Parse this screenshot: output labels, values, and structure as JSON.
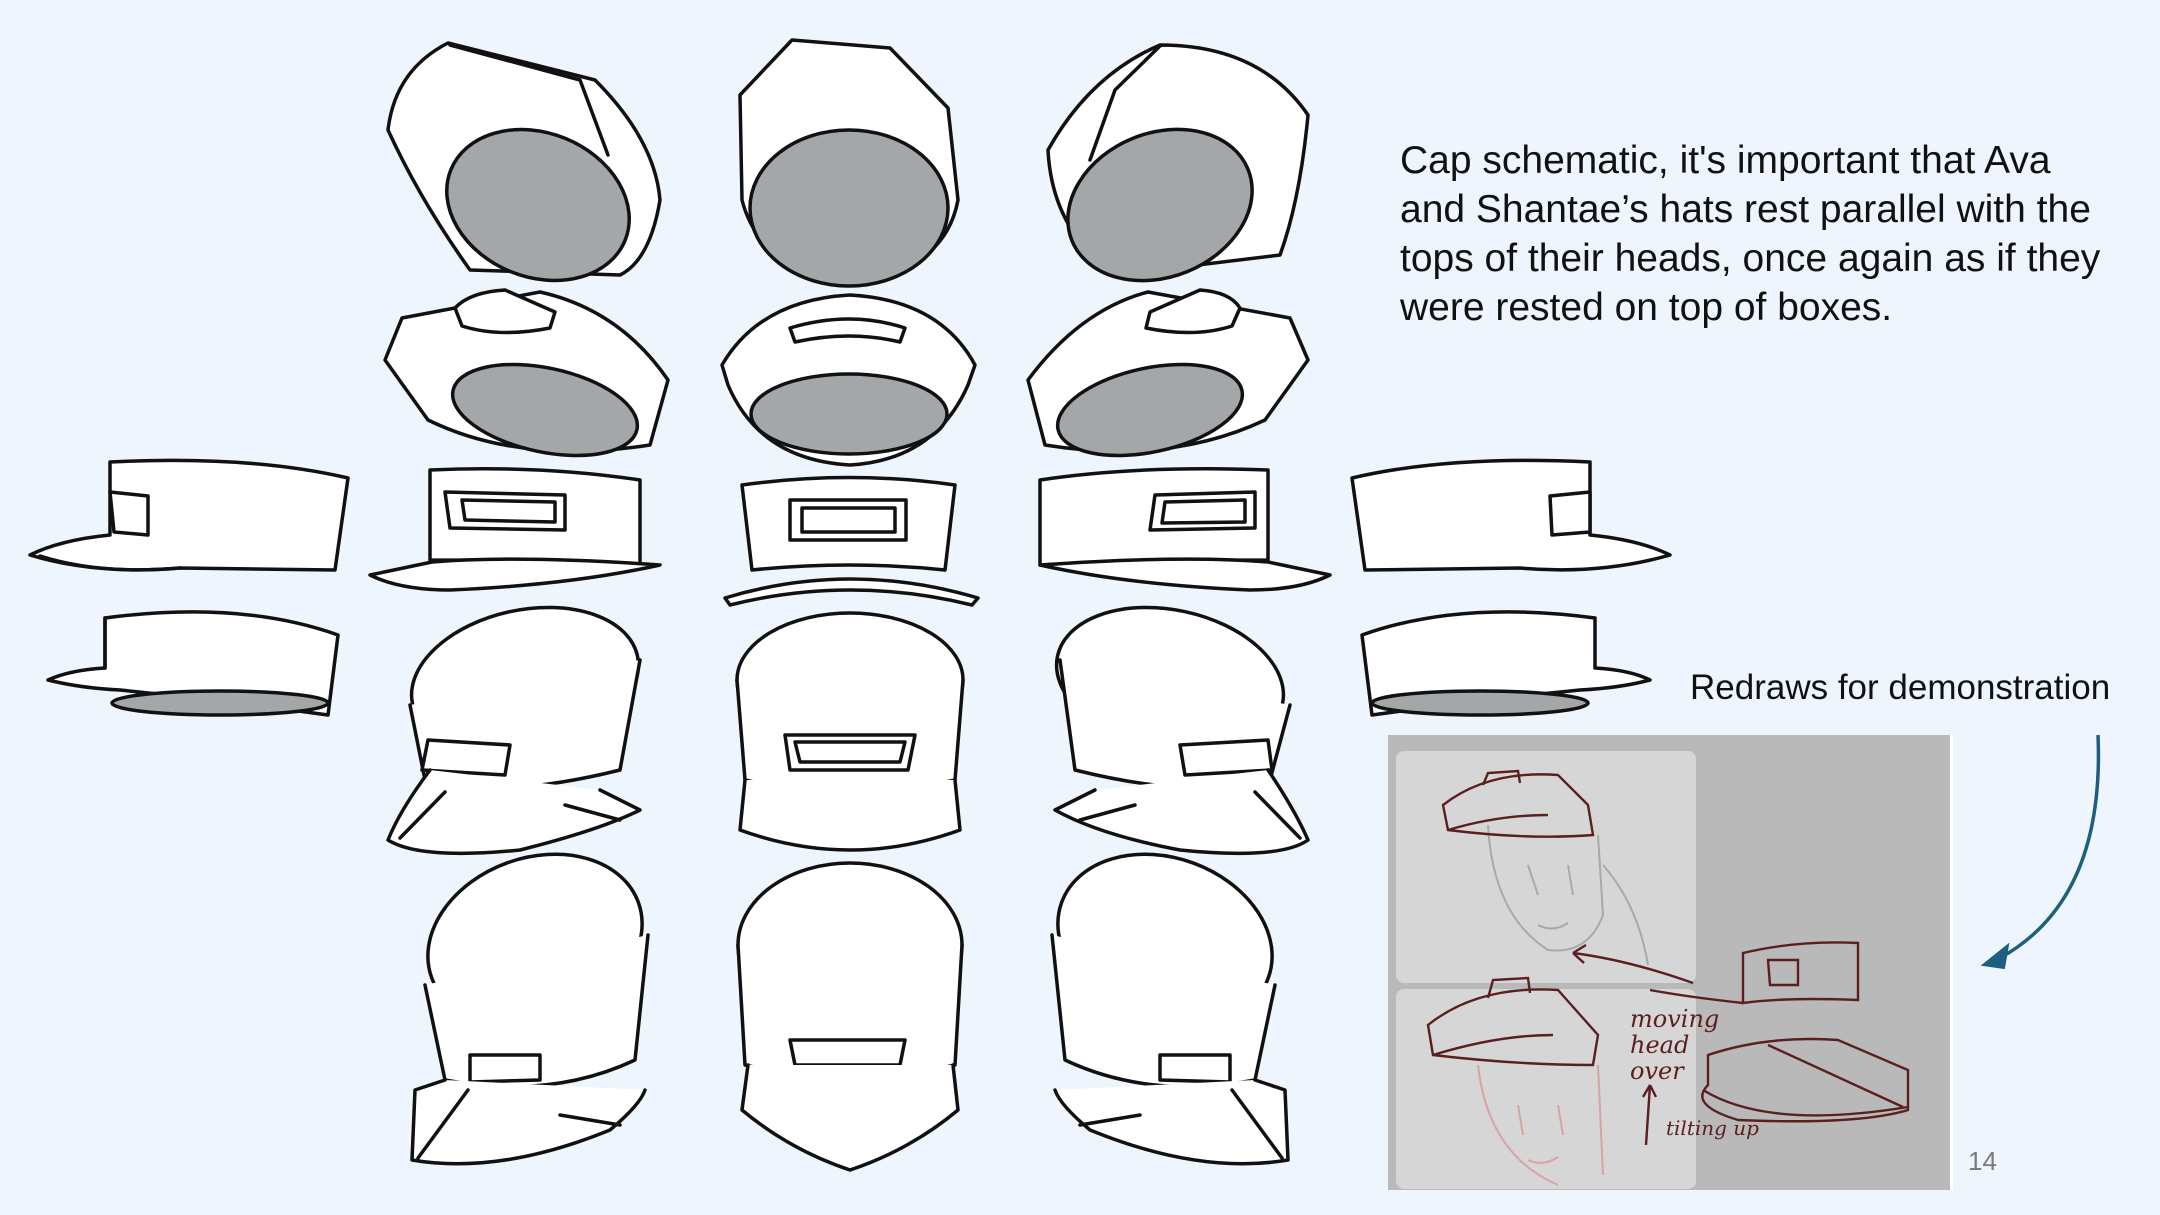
{
  "slide": {
    "caption": "Cap schematic, it's important that Ava and Shantae’s hats rest parallel with the tops of their heads, once again as if they were rested on top of boxes.",
    "redraw_label": "Redraws for demonstration",
    "page_number": "14"
  },
  "redraw_panel": {
    "note_moving": "moving",
    "note_head": "head",
    "note_over": "over",
    "note_tilting": "tilting up"
  },
  "colors": {
    "background": "#eef5fd",
    "line": "#111111",
    "cap_fill": "#ffffff",
    "crown_gray": "#a3a7a9",
    "panel_bg": "#b9b9b9",
    "sketch_brown": "#5b1f20",
    "arrow": "#1e5f80"
  },
  "icons": {
    "redraw_arrow": "curved-arrow-icon"
  }
}
